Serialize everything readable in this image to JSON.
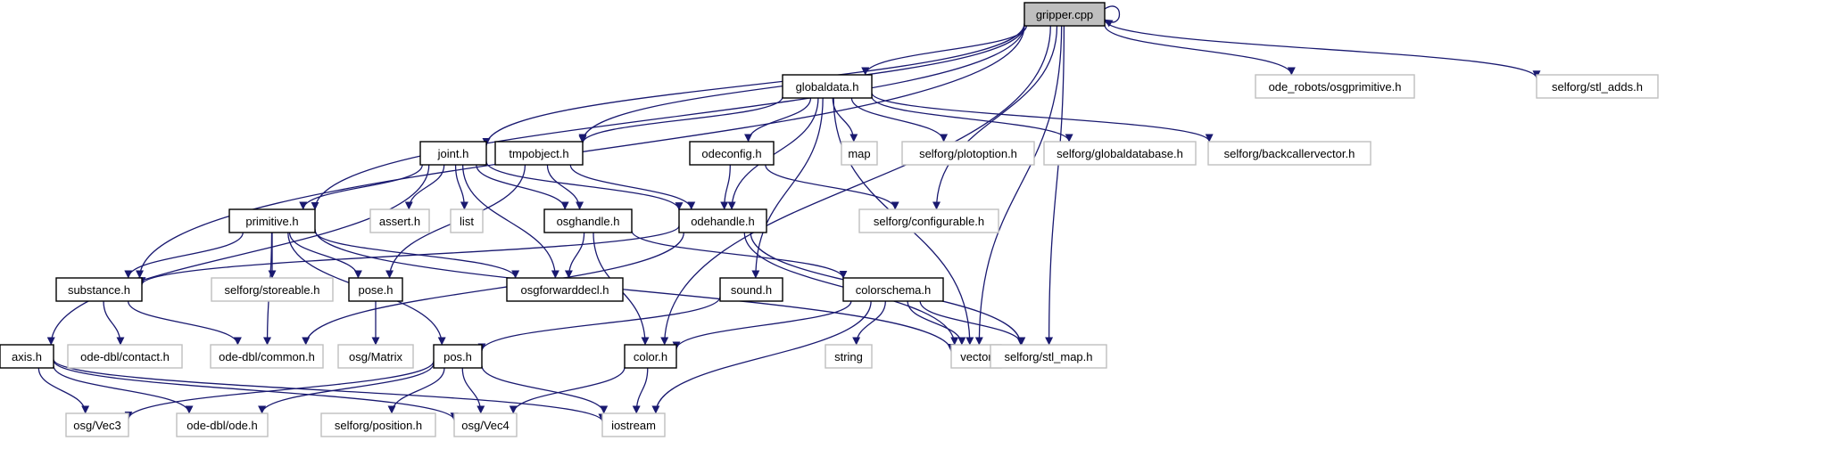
{
  "graph": {
    "nodes": [
      {
        "id": "gripper.cpp",
        "label": "gripper.cpp",
        "kind": "focus"
      },
      {
        "id": "globaldata.h",
        "label": "globaldata.h",
        "kind": "primary"
      },
      {
        "id": "ode_robots/osgprimitive.h",
        "label": "ode_robots/osgprimitive.h",
        "kind": "external"
      },
      {
        "id": "selforg/stl_adds.h",
        "label": "selforg/stl_adds.h",
        "kind": "external"
      },
      {
        "id": "map",
        "label": "map",
        "kind": "external"
      },
      {
        "id": "selforg/plotoption.h",
        "label": "selforg/plotoption.h",
        "kind": "external"
      },
      {
        "id": "selforg/globaldatabase.h",
        "label": "selforg/globaldatabase.h",
        "kind": "external"
      },
      {
        "id": "selforg/backcallervector.h",
        "label": "selforg/backcallervector.h",
        "kind": "external"
      },
      {
        "id": "joint.h",
        "label": "joint.h",
        "kind": "primary"
      },
      {
        "id": "tmpobject.h",
        "label": "tmpobject.h",
        "kind": "primary"
      },
      {
        "id": "odeconfig.h",
        "label": "odeconfig.h",
        "kind": "primary"
      },
      {
        "id": "assert.h",
        "label": "assert.h",
        "kind": "external"
      },
      {
        "id": "list",
        "label": "list",
        "kind": "external"
      },
      {
        "id": "primitive.h",
        "label": "primitive.h",
        "kind": "primary"
      },
      {
        "id": "osghandle.h",
        "label": "osghandle.h",
        "kind": "primary"
      },
      {
        "id": "odehandle.h",
        "label": "odehandle.h",
        "kind": "primary"
      },
      {
        "id": "selforg/configurable.h",
        "label": "selforg/configurable.h",
        "kind": "external"
      },
      {
        "id": "substance.h",
        "label": "substance.h",
        "kind": "primary"
      },
      {
        "id": "selforg/storeable.h",
        "label": "selforg/storeable.h",
        "kind": "external"
      },
      {
        "id": "pose.h",
        "label": "pose.h",
        "kind": "primary"
      },
      {
        "id": "osgforwarddecl.h",
        "label": "osgforwarddecl.h",
        "kind": "primary"
      },
      {
        "id": "sound.h",
        "label": "sound.h",
        "kind": "primary"
      },
      {
        "id": "colorschema.h",
        "label": "colorschema.h",
        "kind": "primary"
      },
      {
        "id": "ode-dbl/contact.h",
        "label": "ode-dbl/contact.h",
        "kind": "external"
      },
      {
        "id": "ode-dbl/common.h",
        "label": "ode-dbl/common.h",
        "kind": "external"
      },
      {
        "id": "osg/Matrix",
        "label": "osg/Matrix",
        "kind": "external"
      },
      {
        "id": "string",
        "label": "string",
        "kind": "external"
      },
      {
        "id": "vector",
        "label": "vector",
        "kind": "external"
      },
      {
        "id": "selforg/stl_map.h",
        "label": "selforg/stl_map.h",
        "kind": "external"
      },
      {
        "id": "axis.h",
        "label": "axis.h",
        "kind": "primary"
      },
      {
        "id": "pos.h",
        "label": "pos.h",
        "kind": "primary"
      },
      {
        "id": "color.h",
        "label": "color.h",
        "kind": "primary"
      },
      {
        "id": "osg/Vec3",
        "label": "osg/Vec3",
        "kind": "external"
      },
      {
        "id": "ode-dbl/ode.h",
        "label": "ode-dbl/ode.h",
        "kind": "external"
      },
      {
        "id": "selforg/position.h",
        "label": "selforg/position.h",
        "kind": "external"
      },
      {
        "id": "osg/Vec4",
        "label": "osg/Vec4",
        "kind": "external"
      },
      {
        "id": "iostream",
        "label": "iostream",
        "kind": "external"
      }
    ],
    "edges": [
      [
        "gripper.cpp",
        "gripper.cpp"
      ],
      [
        "gripper.cpp",
        "globaldata.h"
      ],
      [
        "gripper.cpp",
        "ode_robots/osgprimitive.h"
      ],
      [
        "gripper.cpp",
        "selforg/stl_adds.h"
      ],
      [
        "gripper.cpp",
        "joint.h"
      ],
      [
        "gripper.cpp",
        "tmpobject.h"
      ],
      [
        "gripper.cpp",
        "primitive.h"
      ],
      [
        "gripper.cpp",
        "substance.h"
      ],
      [
        "gripper.cpp",
        "selforg/configurable.h"
      ],
      [
        "gripper.cpp",
        "color.h"
      ],
      [
        "gripper.cpp",
        "vector"
      ],
      [
        "gripper.cpp",
        "selforg/stl_map.h"
      ],
      [
        "globaldata.h",
        "map"
      ],
      [
        "globaldata.h",
        "selforg/plotoption.h"
      ],
      [
        "globaldata.h",
        "selforg/globaldatabase.h"
      ],
      [
        "globaldata.h",
        "selforg/backcallervector.h"
      ],
      [
        "globaldata.h",
        "tmpobject.h"
      ],
      [
        "globaldata.h",
        "odeconfig.h"
      ],
      [
        "globaldata.h",
        "odehandle.h"
      ],
      [
        "globaldata.h",
        "sound.h"
      ],
      [
        "globaldata.h",
        "vector"
      ],
      [
        "joint.h",
        "primitive.h"
      ],
      [
        "joint.h",
        "assert.h"
      ],
      [
        "joint.h",
        "list"
      ],
      [
        "joint.h",
        "osghandle.h"
      ],
      [
        "joint.h",
        "odehandle.h"
      ],
      [
        "joint.h",
        "osgforwarddecl.h"
      ],
      [
        "joint.h",
        "axis.h"
      ],
      [
        "tmpobject.h",
        "osghandle.h"
      ],
      [
        "tmpobject.h",
        "odehandle.h"
      ],
      [
        "tmpobject.h",
        "pose.h"
      ],
      [
        "odeconfig.h",
        "odehandle.h"
      ],
      [
        "odeconfig.h",
        "selforg/configurable.h"
      ],
      [
        "primitive.h",
        "substance.h"
      ],
      [
        "primitive.h",
        "selforg/storeable.h"
      ],
      [
        "primitive.h",
        "pose.h"
      ],
      [
        "primitive.h",
        "osgforwarddecl.h"
      ],
      [
        "primitive.h",
        "ode-dbl/common.h"
      ],
      [
        "primitive.h",
        "pos.h"
      ],
      [
        "primitive.h",
        "vector"
      ],
      [
        "osghandle.h",
        "osgforwarddecl.h"
      ],
      [
        "osghandle.h",
        "colorschema.h"
      ],
      [
        "osghandle.h",
        "color.h"
      ],
      [
        "odehandle.h",
        "substance.h"
      ],
      [
        "odehandle.h",
        "ode-dbl/common.h"
      ],
      [
        "odehandle.h",
        "vector"
      ],
      [
        "odehandle.h",
        "selforg/stl_map.h"
      ],
      [
        "substance.h",
        "ode-dbl/contact.h"
      ],
      [
        "substance.h",
        "ode-dbl/common.h"
      ],
      [
        "pose.h",
        "osg/Matrix"
      ],
      [
        "sound.h",
        "pos.h"
      ],
      [
        "colorschema.h",
        "color.h"
      ],
      [
        "colorschema.h",
        "string"
      ],
      [
        "colorschema.h",
        "vector"
      ],
      [
        "colorschema.h",
        "selforg/stl_map.h"
      ],
      [
        "colorschema.h",
        "iostream"
      ],
      [
        "axis.h",
        "osg/Vec3"
      ],
      [
        "axis.h",
        "ode-dbl/ode.h"
      ],
      [
        "axis.h",
        "osg/Vec4"
      ],
      [
        "axis.h",
        "iostream"
      ],
      [
        "pos.h",
        "osg/Vec3"
      ],
      [
        "pos.h",
        "ode-dbl/ode.h"
      ],
      [
        "pos.h",
        "selforg/position.h"
      ],
      [
        "pos.h",
        "osg/Vec4"
      ],
      [
        "pos.h",
        "iostream"
      ],
      [
        "color.h",
        "osg/Vec4"
      ],
      [
        "color.h",
        "iostream"
      ]
    ]
  }
}
